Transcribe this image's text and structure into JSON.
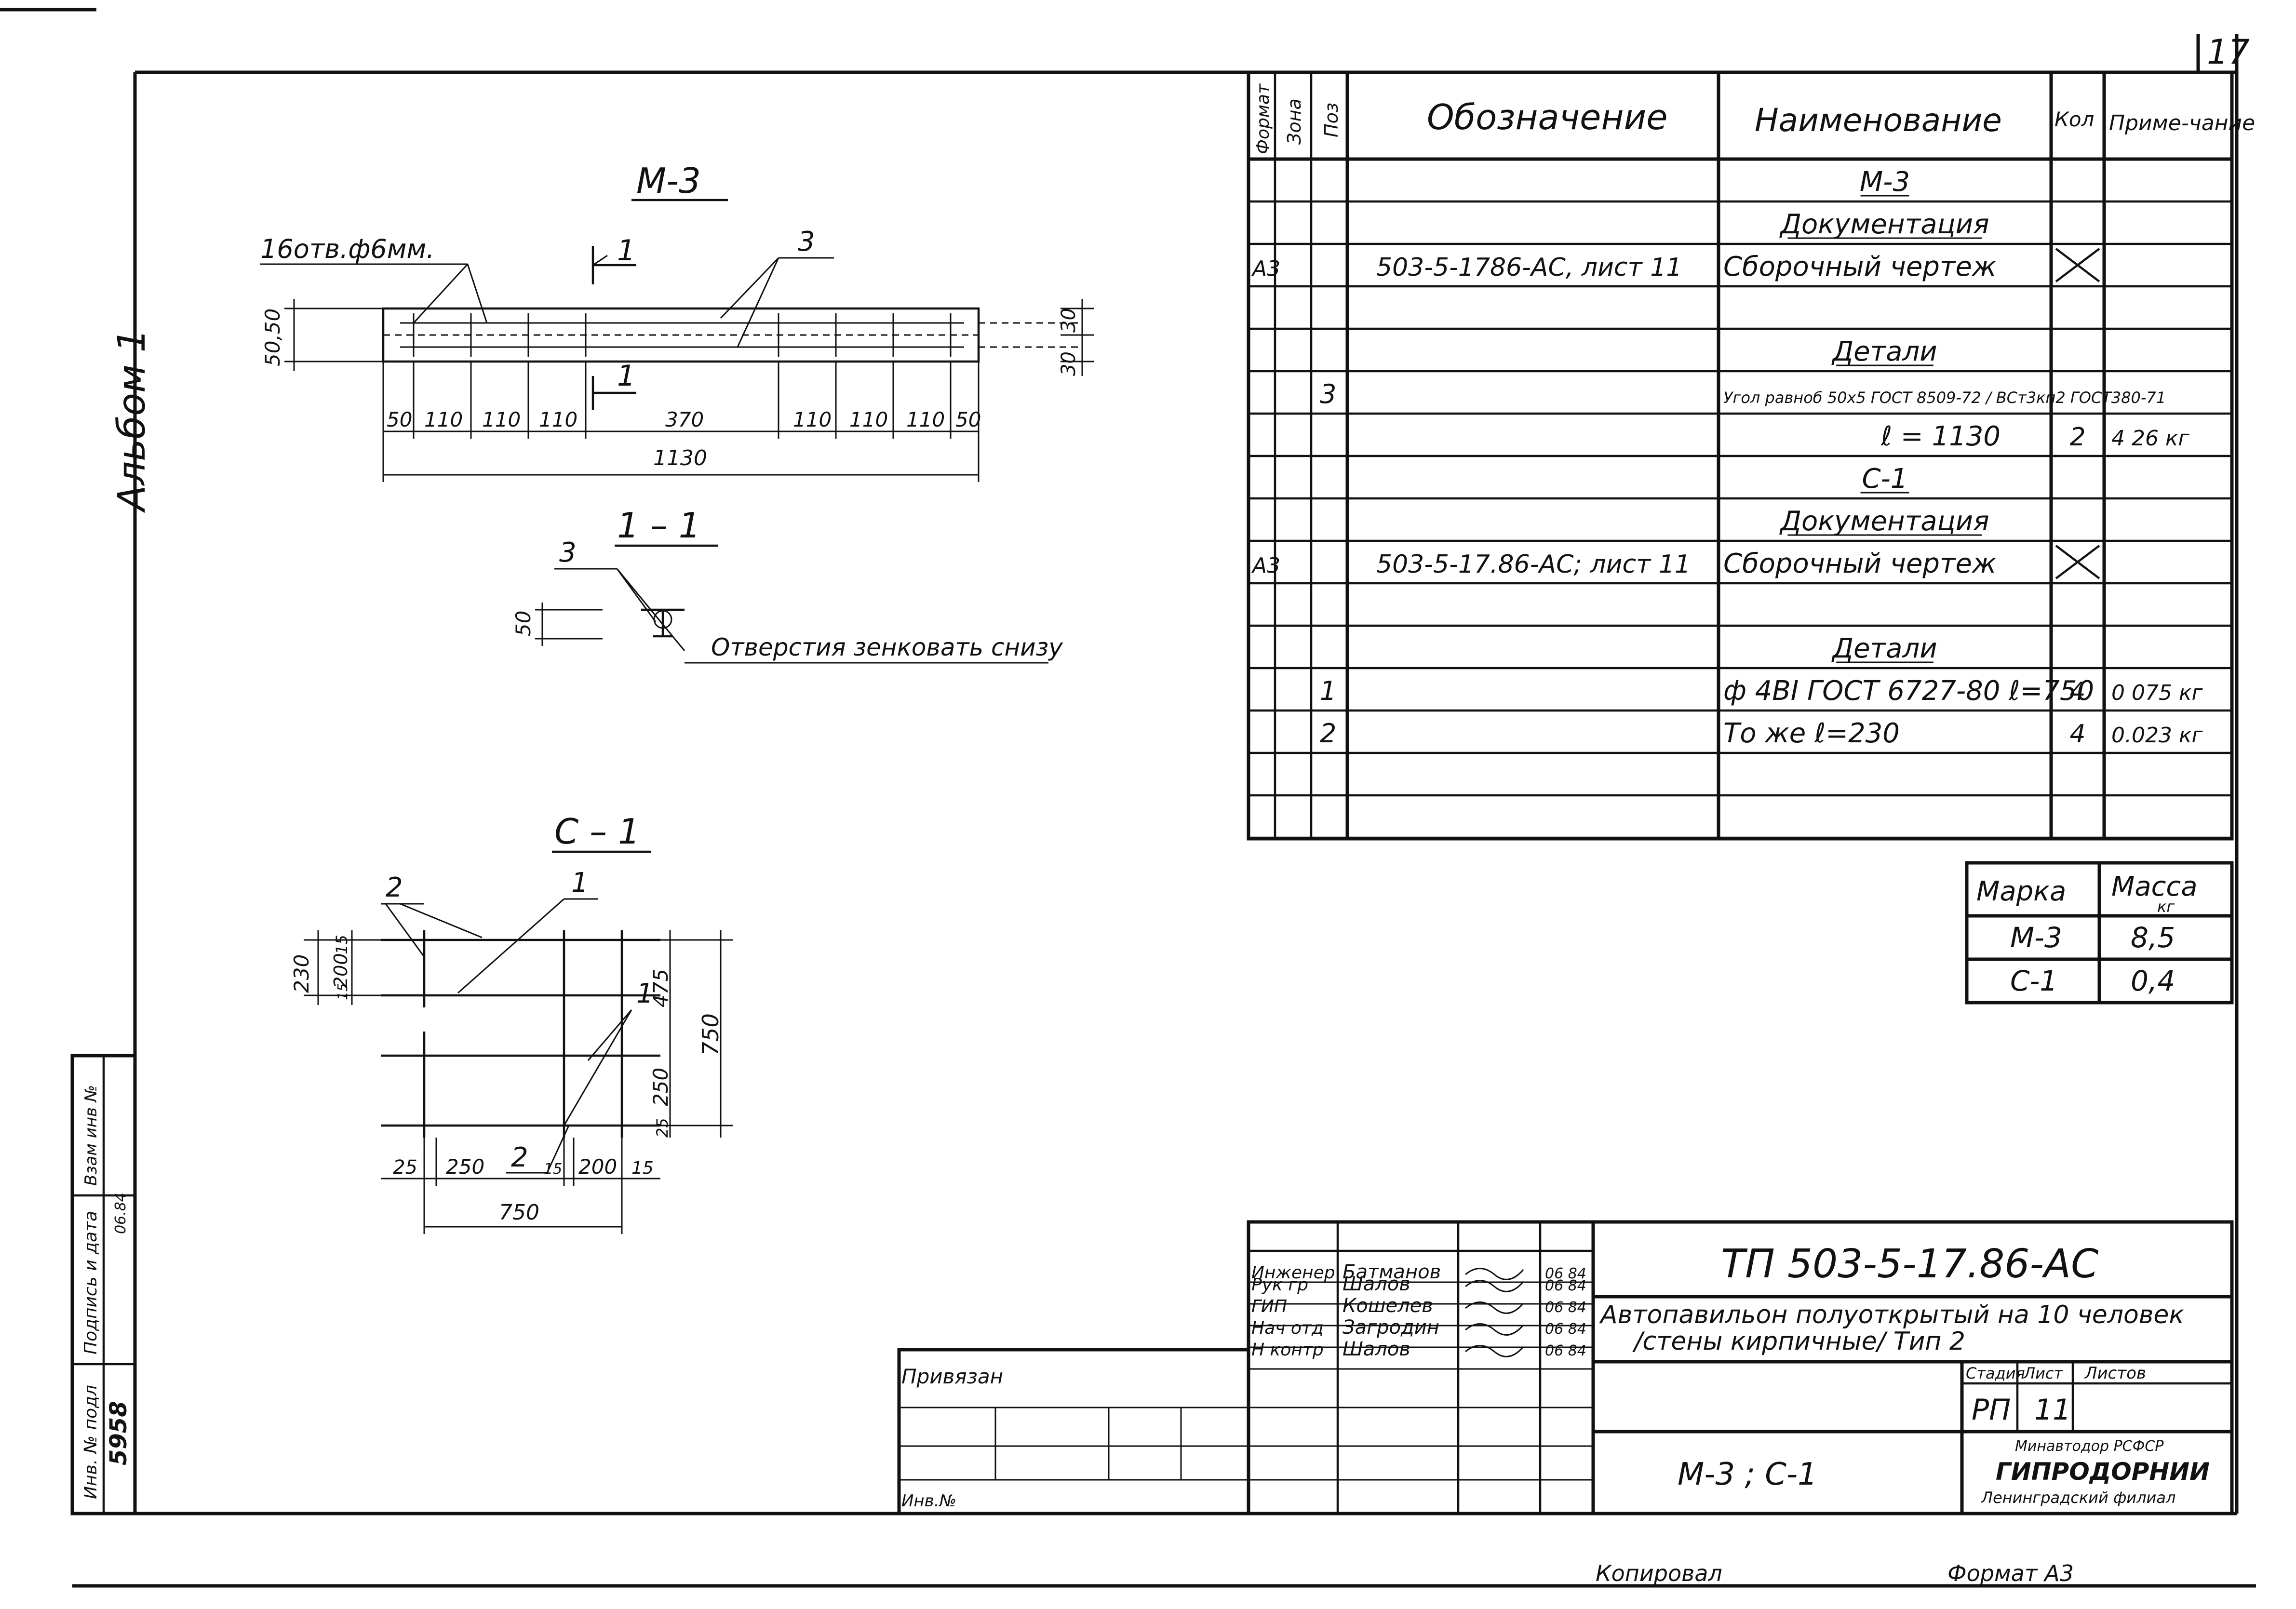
{
  "sheet": {
    "number": "17",
    "album_label": "Альбом 1",
    "copied_label": "Копировал",
    "format_label": "Формат А3"
  },
  "drawing_m3": {
    "title": "М-3",
    "holes_label": "16отв.ф6мм.",
    "pos_label": "3",
    "section_mark": "1",
    "left_dims": "50,50",
    "right_dims": [
      "30",
      "30"
    ],
    "spacing_dims": [
      "50",
      "110",
      "110",
      "110",
      "370",
      "110",
      "110",
      "110",
      "50"
    ],
    "overall_dim": "1130"
  },
  "section_1_1": {
    "title": "1 – 1",
    "pos_label": "3",
    "dim_label": "50",
    "note": "Отверстия зенковать снизу"
  },
  "drawing_c1": {
    "title": "С – 1",
    "pos_1": "1",
    "pos_2": "2",
    "dim_230": "230",
    "dim_15": "15",
    "dim_200": "200",
    "dim_475": "475",
    "dim_250": "250",
    "dim_750": "750",
    "dim_25": "25",
    "bottom_dims": [
      "25",
      "250",
      "15",
      "200",
      "15"
    ],
    "overall_dim": "750"
  },
  "spec_table": {
    "headers": {
      "format": "Формат",
      "zone": "Зона",
      "pos": "Поз",
      "designation": "Обозначение",
      "name": "Наименование",
      "qty": "Кол",
      "note": "Приме-чание"
    },
    "rows": [
      {
        "format": "",
        "pos": "",
        "designation": "",
        "name": "М-3",
        "qty": "",
        "note": ""
      },
      {
        "format": "",
        "pos": "",
        "designation": "",
        "name": "Документация",
        "qty": "",
        "note": ""
      },
      {
        "format": "А3",
        "pos": "",
        "designation": "503-5-1786-АС, лист 11",
        "name": "Сборочный чертеж",
        "qty": "",
        "note": ""
      },
      {
        "format": "",
        "pos": "",
        "designation": "",
        "name": "",
        "qty": "",
        "note": ""
      },
      {
        "format": "",
        "pos": "",
        "designation": "",
        "name": "Детали",
        "qty": "",
        "note": ""
      },
      {
        "format": "",
        "pos": "3",
        "designation": "",
        "name": "Угол равноб 50х5 ГОСТ 8509-72 / ВСт3кп2 ГОСТ380-71",
        "qty": "",
        "note": ""
      },
      {
        "format": "",
        "pos": "",
        "designation": "",
        "name": "ℓ = 1130",
        "qty": "2",
        "note": "4 26 кг"
      },
      {
        "format": "",
        "pos": "",
        "designation": "",
        "name": "С-1",
        "qty": "",
        "note": ""
      },
      {
        "format": "",
        "pos": "",
        "designation": "",
        "name": "Документация",
        "qty": "",
        "note": ""
      },
      {
        "format": "А3",
        "pos": "",
        "designation": "503-5-17.86-АС; лист 11",
        "name": "Сборочный чертеж",
        "qty": "",
        "note": ""
      },
      {
        "format": "",
        "pos": "",
        "designation": "",
        "name": "",
        "qty": "",
        "note": ""
      },
      {
        "format": "",
        "pos": "",
        "designation": "",
        "name": "Детали",
        "qty": "",
        "note": ""
      },
      {
        "format": "",
        "pos": "1",
        "designation": "",
        "name": "ф 4ВI ГОСТ 6727-80 ℓ=750",
        "qty": "4",
        "note": "0 075 кг"
      },
      {
        "format": "",
        "pos": "2",
        "designation": "",
        "name": "То же    ℓ=230",
        "qty": "4",
        "note": "0.023 кг"
      },
      {
        "format": "",
        "pos": "",
        "designation": "",
        "name": "",
        "qty": "",
        "note": ""
      },
      {
        "format": "",
        "pos": "",
        "designation": "",
        "name": "",
        "qty": "",
        "note": ""
      }
    ]
  },
  "mass_table": {
    "header_mark": "Марка",
    "header_mass": "Масса",
    "header_unit": "кг",
    "rows": [
      {
        "mark": "М-3",
        "mass": "8,5"
      },
      {
        "mark": "С-1",
        "mass": "0,4"
      }
    ]
  },
  "title_block": {
    "code": "ТП 503-5-17.86-АС",
    "project_line1": "Автопавильон полуоткрытый на 10 человек",
    "project_line2": "/стены кирпичные/ Тип 2",
    "sheet_title": "М-3 ; С-1",
    "stage_label": "Стадия",
    "sheet_label": "Лист",
    "sheets_label": "Листов",
    "stage": "РП",
    "sheet": "11",
    "org_line1": "Минавтодор РСФСР",
    "org_line2": "ГИПРОДОРНИИ",
    "org_line3": "Ленинградский филиал",
    "signatures": [
      {
        "role": "Инженер",
        "name": "Батманов",
        "date": "06 84"
      },
      {
        "role": "Рук гр",
        "name": "Шалов",
        "date": "06 84"
      },
      {
        "role": "ГИП",
        "name": "Кошелев",
        "date": "06 84"
      },
      {
        "role": "Нач отд",
        "name": "Загродин",
        "date": "06 84"
      },
      {
        "role": "Н контр",
        "name": "Шалов",
        "date": "06 84"
      }
    ],
    "bound_label": "Привязан",
    "inv_label": "Инв.№"
  },
  "side_stamp": {
    "inv_podl_label": "Инв. № подл",
    "inv_podl_value": "5958",
    "sign_date_label": "Подпись и дата",
    "sign_date_value": "06.84",
    "vzam_label": "Взам инв №"
  }
}
